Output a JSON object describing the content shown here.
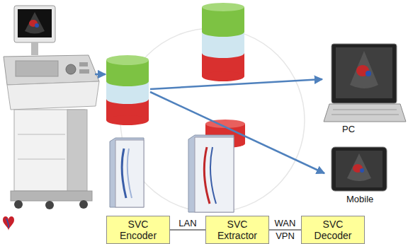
{
  "diagram": {
    "nodes": [
      {
        "text": [
          "SVC Encoder"
        ]
      },
      {
        "text": [
          "SVC Extractor"
        ]
      },
      {
        "text": [
          "SVC Decoder"
        ]
      }
    ],
    "edges": [
      {
        "from": 0,
        "to": 1,
        "arrow": "none",
        "label": "LAN"
      },
      {
        "from": 1,
        "to": 2,
        "arrow": "none",
        "label": "WAN"
      }
    ],
    "labels": [
      "PC",
      "Mobile",
      "VPN"
    ]
  }
}
